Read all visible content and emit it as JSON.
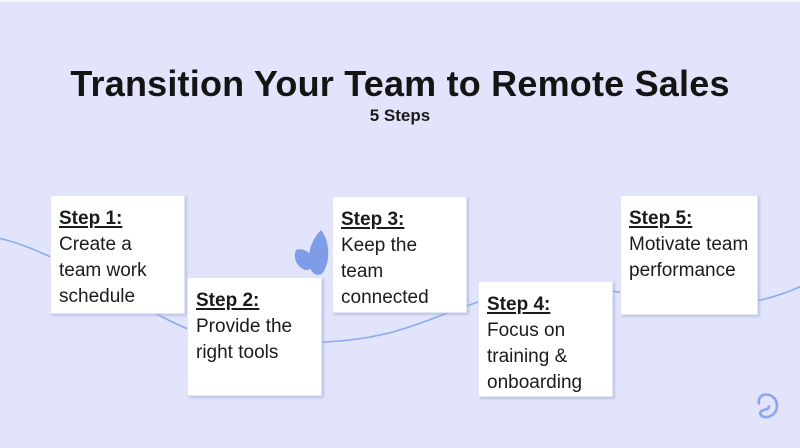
{
  "slide": {
    "title": "Transition Your Team to Remote Sales",
    "subtitle": "5 Steps"
  },
  "steps": [
    {
      "label": "Step 1:",
      "description": "Create a team work schedule"
    },
    {
      "label": "Step 2:",
      "description": "Provide the right tools"
    },
    {
      "label": "Step 3:",
      "description": "Keep the team connected"
    },
    {
      "label": "Step 4:",
      "description": "Focus on training & onboarding"
    },
    {
      "label": "Step 5:",
      "description": "Motivate team performance"
    }
  ],
  "icons": {
    "leaf-icon": "two-petal leaf ornament",
    "brand-logo-icon": "stylized letter D spiral mark"
  },
  "colors": {
    "background": "#e1e4fa",
    "card_background": "#ffffff",
    "accent_leaf": "#7f9ce9",
    "curve_line": "#8cabec",
    "logo": "#8ba6ef",
    "text": "#1b1b1b"
  }
}
